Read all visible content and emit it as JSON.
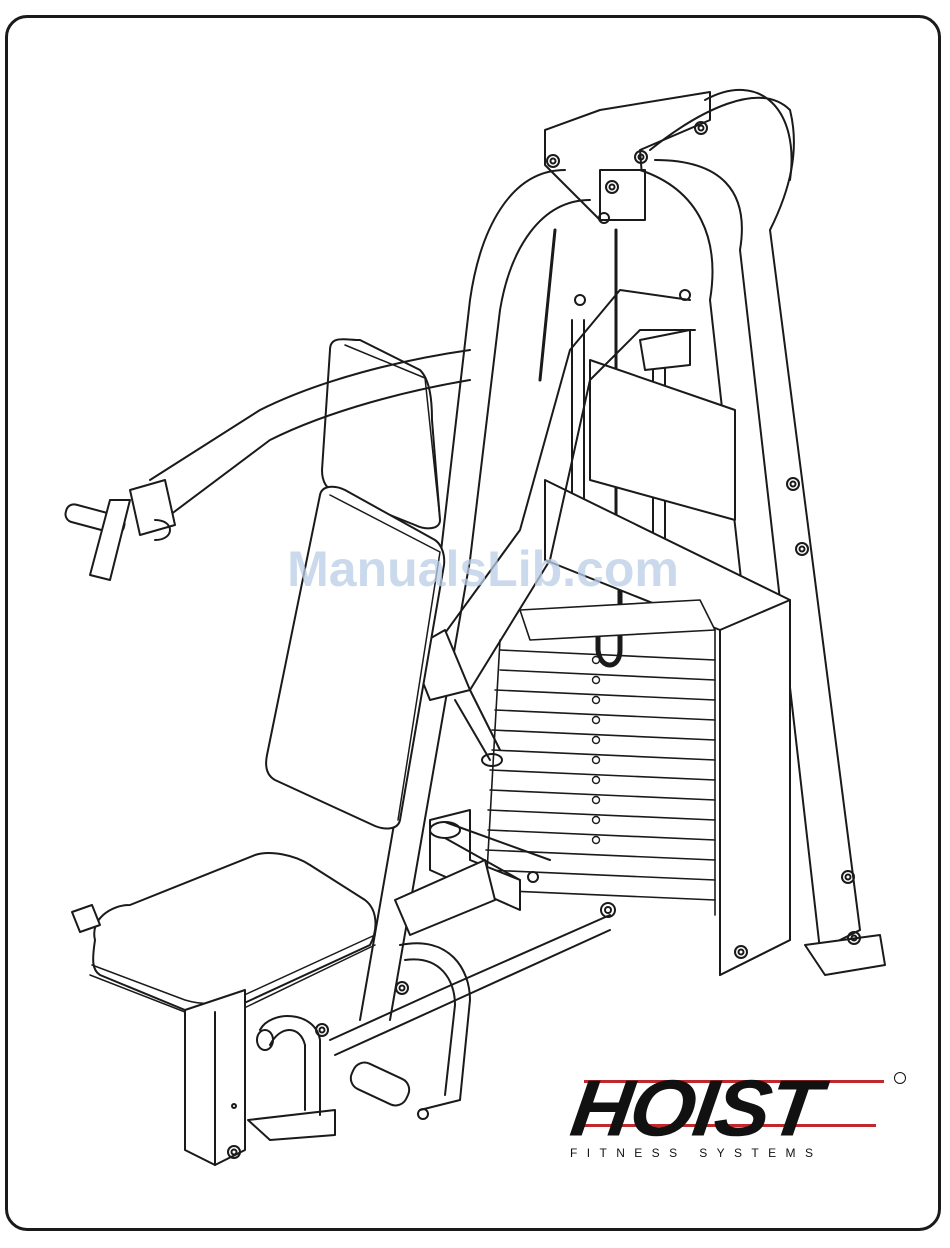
{
  "page": {
    "watermark_text": "ManualsLib.com"
  },
  "brand": {
    "wordmark": "HOIST",
    "tagline": "FITNESS SYSTEMS",
    "accent_color": "#c0282d",
    "registered_mark_icon": "registered-trademark-icon"
  },
  "illustration": {
    "subject_icon": "shoulder-press-machine-illustration"
  }
}
